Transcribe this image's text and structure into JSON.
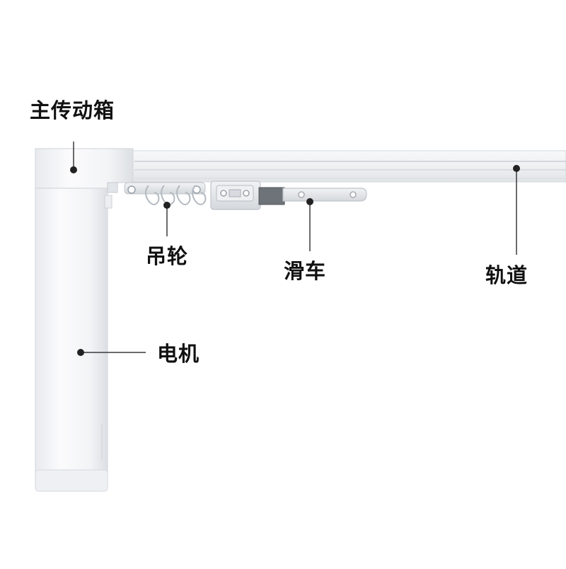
{
  "diagram": {
    "labels": {
      "gearbox": "主传动箱",
      "hooks": "吊轮",
      "slider": "滑车",
      "track": "轨道",
      "motor": "电机"
    },
    "colors": {
      "background": "#ffffff",
      "housing": "#f4f5f7",
      "housing_edge": "#d6d9de",
      "track_face": "#eceef1",
      "track_groove": "#c9cdd3",
      "leader_line": "#3a3a3a",
      "leader_dot": "#222222",
      "label_text": "#111111"
    },
    "icons": [
      "leader-dot"
    ]
  }
}
